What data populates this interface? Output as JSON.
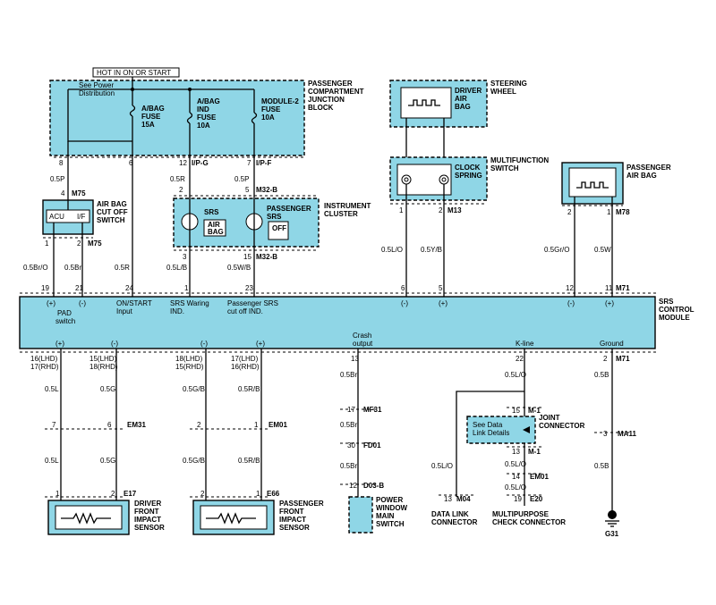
{
  "header": {
    "hot_label": "HOT IN ON OR START"
  },
  "junction_block": {
    "title": [
      "PASSENGER",
      "COMPARTMENT",
      "JUNCTION",
      "BLOCK"
    ],
    "see_power": [
      "See Power",
      "Distribution"
    ],
    "fuse1": [
      "A/BAG",
      "FUSE",
      "15A"
    ],
    "fuse2": [
      "A/BAG",
      "IND",
      "FUSE",
      "10A"
    ],
    "fuse3": [
      "MODULE-2",
      "FUSE",
      "10A"
    ],
    "pins": [
      "8",
      "6",
      "12",
      "7"
    ],
    "pin_conn1": "I/P-G",
    "pin_conn2": "I/P-F"
  },
  "wires_top": {
    "w1": "0.5P",
    "w2": "0.5R",
    "w3": "0.5P",
    "w_bottom_left": "0.5Br/O",
    "w_bottom_2": "0.5Br",
    "w_bottom_3": "0.5R",
    "w_bottom_4": "0.5L/B",
    "w_bottom_5": "0.5W/B"
  },
  "cutoff_switch": {
    "title": [
      "AIR BAG",
      "CUT OFF",
      "SWITCH"
    ],
    "acu": "ACU",
    "if": "I/F",
    "top_pin": "4",
    "top_conn": "M75",
    "bottom_pin1": "1",
    "bottom_pin2": "2",
    "bottom_conn": "M75"
  },
  "cluster": {
    "title": [
      "INSTRUMENT",
      "CLUSTER"
    ],
    "srs": "SRS",
    "airbag": [
      "AIR",
      "BAG"
    ],
    "pass_srs": [
      "PASSENGER",
      "SRS"
    ],
    "off": "OFF",
    "pin_top1": "2",
    "pin_top2": "5",
    "conn_top": "M32-B",
    "pin_bot1": "3",
    "pin_bot2": "15",
    "conn_bot": "M32-B"
  },
  "steering": {
    "title": [
      "STEERING",
      "WHEEL"
    ],
    "driver_airbag": [
      "DRIVER",
      "AIR",
      "BAG"
    ]
  },
  "multifunction": {
    "title": [
      "MULTIFUNCTION",
      "SWITCH"
    ],
    "clock": [
      "CLOCK",
      "SPRING"
    ],
    "pin1": "1",
    "pin2": "2",
    "conn": "M13",
    "w1": "0.5L/O",
    "w2": "0.5Y/B"
  },
  "passenger_airbag": {
    "title": [
      "PASSENGER",
      "AIR BAG"
    ],
    "pin1": "2",
    "pin2": "1",
    "conn": "M78",
    "w1": "0.5Gr/O",
    "w2": "0.5W"
  },
  "srs_module": {
    "title": [
      "SRS",
      "CONTROL",
      "MODULE"
    ],
    "top_pins": [
      "19",
      "21",
      "24",
      "1",
      "23",
      "6",
      "5",
      "12",
      "11"
    ],
    "top_conn": "M71",
    "pad_switch": [
      "PAD",
      "switch"
    ],
    "on_start": [
      "ON/START",
      "Input"
    ],
    "srs_warn": [
      "SRS Waring",
      "IND."
    ],
    "pass_srs": [
      "Passenger SRS",
      "cut off IND."
    ],
    "plus": "(+)",
    "minus": "(-)",
    "crash": [
      "Crash",
      "output"
    ],
    "kline": "K-line",
    "ground": "Ground",
    "bottom_conn": "M71"
  },
  "bottom": {
    "pins_lhd_rhd": [
      [
        "16(LHD)",
        "17(RHD)"
      ],
      [
        "15(LHD)",
        "18(RHD)"
      ],
      [
        "18(LHD)",
        "15(RHD)"
      ],
      [
        "17(LHD)",
        "16(RHD)"
      ]
    ],
    "pin13": "13",
    "pin22": "22",
    "pin2": "2",
    "wires": {
      "a": "0.5L",
      "b": "0.5G",
      "c": "0.5G/B",
      "d": "0.5R/B",
      "e": "0.5Br",
      "f": "0.5L/O",
      "g": "0.5B"
    },
    "em31": {
      "p1": "7",
      "p2": "6",
      "conn": "EM31"
    },
    "em01": {
      "p1": "2",
      "p2": "1",
      "conn": "EM01"
    },
    "mf31": {
      "p": "17",
      "conn": "MF31"
    },
    "fd01": {
      "p": "30",
      "conn": "FD01"
    },
    "d03b": {
      "p": "12",
      "conn": "D03-B"
    },
    "joint": {
      "title": [
        "JOINT",
        "CONNECTOR"
      ],
      "p_top": "15",
      "conn_top": "M-1",
      "see": [
        "See Data",
        "Link Details"
      ],
      "p_bot": "13",
      "conn_bot": "M-1"
    },
    "em01b": {
      "p": "14",
      "conn": "EM01"
    },
    "e20": {
      "p": "19",
      "conn": "E20"
    },
    "m04": {
      "p": "13",
      "conn": "M04"
    },
    "ma11": {
      "p": "3",
      "conn": "MA11"
    },
    "g31": "G31",
    "driver_sensor": {
      "title": [
        "DRIVER",
        "FRONT",
        "IMPACT",
        "SENSOR"
      ],
      "p1": "1",
      "p2": "2",
      "conn": "E17"
    },
    "pass_sensor": {
      "title": [
        "PASSENGER",
        "FRONT",
        "IMPACT",
        "SENSOR"
      ],
      "p1": "2",
      "p2": "1",
      "conn": "E66"
    },
    "power_window": [
      "POWER",
      "WINDOW",
      "MAIN",
      "SWITCH"
    ],
    "data_link": [
      "DATA LINK",
      "CONNECTOR"
    ],
    "multipurpose": [
      "MULTIPURPOSE",
      "CHECK CONNECTOR"
    ]
  }
}
